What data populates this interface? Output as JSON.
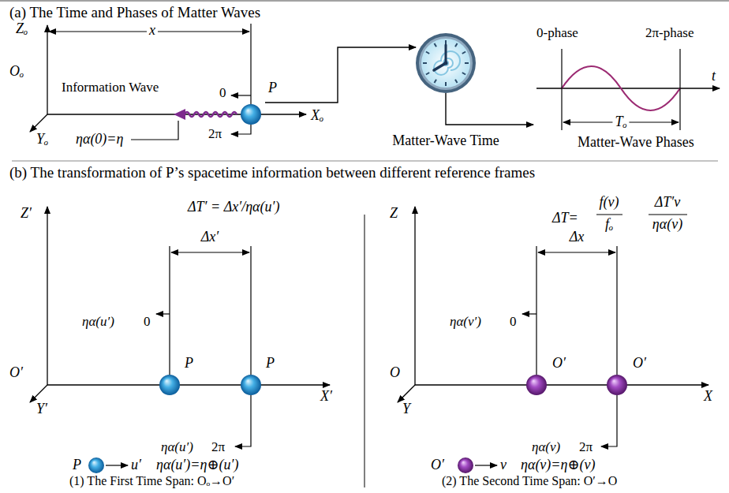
{
  "diagram": {
    "nodes": [
      {
        "text": [
          "P"
        ]
      },
      {
        "text": [
          "Matter-Wave Time"
        ]
      },
      {
        "text": [
          "0-phase",
          "2π-phase",
          "Matter-Wave Phases"
        ]
      }
    ],
    "edges": [
      {
        "from": 0,
        "to": 1,
        "arrow": "to"
      },
      {
        "from": 1,
        "to": 2,
        "arrow": "to"
      }
    ],
    "labels": [
      "(a) The Time and Phases of Matter Waves",
      "Zₒ",
      "Oₒ",
      "Yₒ",
      "Xₒ",
      "x",
      "Information Wave",
      "0",
      "2π",
      "ηα(0)=η",
      "Tₒ",
      "t",
      "(b) The transformation of P’s spacetime information between different reference frames",
      "ΔT′ = Δx′/ηα(u′)",
      "Z′",
      "O′",
      "Y′",
      "X′",
      "Δx′",
      "ηα(u′)",
      "0",
      "P",
      "P",
      "ηα(u′)",
      "2π",
      "P",
      "u′",
      "ηα(u′)=η⊕(u′)",
      "(1) The First Time Span: Oₒ→O′",
      "ΔT=",
      "f(v)",
      "fₒ",
      "ΔT′v",
      "ηα(v)",
      "Z",
      "O",
      "Y",
      "X",
      "Δx",
      "ηα(v′)",
      "0",
      "O′",
      "O′",
      "ηα(v)",
      "2π",
      "O′",
      "v",
      "ηα(v)=η⊕(v)",
      "(2) The Second Time Span: O′→O"
    ]
  }
}
